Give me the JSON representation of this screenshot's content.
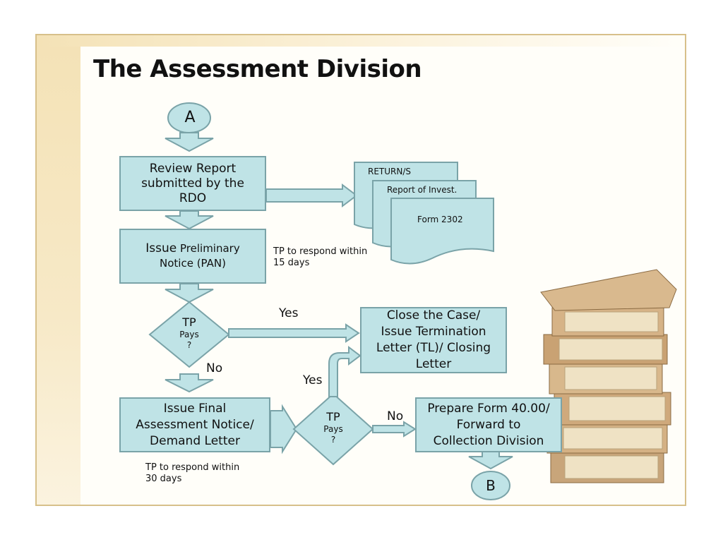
{
  "slide": {
    "title": "The Assessment Division"
  },
  "connectors": {
    "start": "A",
    "end": "B"
  },
  "steps": {
    "review": "Review Report submitted by the RDO",
    "pan_prefix": "Issue",
    "pan_rest": "Preliminary Notice (PAN)",
    "fan": "Issue Final Assessment Notice/ Demand Letter",
    "close": "Close the Case/ Issue Termination Letter (TL)/ Closing Letter",
    "prepare": "Prepare Form 40.00/ Forward to Collection Division"
  },
  "decisions": {
    "d1_line1": "TP",
    "d1_line2": "Pays",
    "d1_line3": "?",
    "d2_line1": "TP",
    "d2_line2": "Pays",
    "d2_line3": "?"
  },
  "documents": {
    "doc1": "RETURN/S",
    "doc2": "Report of Invest.",
    "doc3": "Form 2302"
  },
  "labels": {
    "yes1": "Yes",
    "no1": "No",
    "yes2": "Yes",
    "no2": "No",
    "note_pan": "TP  to respond within 15 days",
    "note_fan": "TP  to respond within 30 days"
  },
  "colors": {
    "box_fill": "#bfe3e6",
    "box_border": "#7aa3a8",
    "frame_border": "#d7c08a"
  }
}
